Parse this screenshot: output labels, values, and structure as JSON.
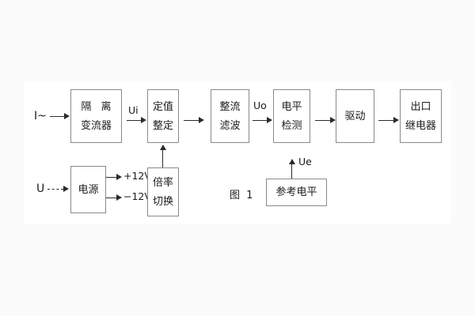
{
  "figure": {
    "caption": "图 1",
    "terminals": {
      "current_input": "I~",
      "voltage_input": "U"
    },
    "blocks": [
      {
        "id": "isolation",
        "lines": [
          "隔 离",
          "变流器"
        ]
      },
      {
        "id": "setting",
        "lines": [
          "定值",
          "整定"
        ]
      },
      {
        "id": "rectifier",
        "lines": [
          "整流",
          "滤波"
        ]
      },
      {
        "id": "level",
        "lines": [
          "电平",
          "检测"
        ]
      },
      {
        "id": "driver",
        "lines": [
          "驱动"
        ]
      },
      {
        "id": "output",
        "lines": [
          "出口",
          "继电器"
        ]
      },
      {
        "id": "power",
        "lines": [
          "电源"
        ]
      },
      {
        "id": "multiplier",
        "lines": [
          "倍率",
          "切换"
        ]
      },
      {
        "id": "reference",
        "lines": [
          "参考电平"
        ]
      }
    ],
    "signal_labels": {
      "ui": "Ui",
      "uo": "Uo",
      "ue": "Ue"
    },
    "supply_rails": [
      "+12V",
      "−12V"
    ]
  }
}
